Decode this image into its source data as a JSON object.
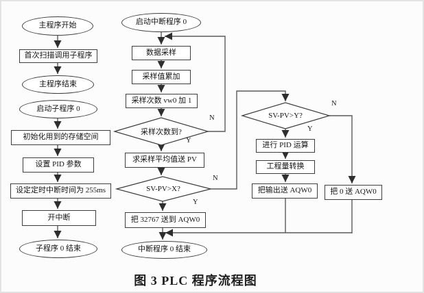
{
  "figure": {
    "caption": "图 3  PLC 程序流程图"
  },
  "branch_labels": {
    "yes": "Y",
    "no": "N"
  },
  "colors": {
    "background": "#fcfcfc",
    "shape_fill": "#ffffff",
    "shape_border": "#3d3d3d",
    "line": "#5a5a5a",
    "text": "#141414"
  },
  "main_program": {
    "start": "主程序开始",
    "first_scan": "首次扫描调用子程序",
    "end": "主程序结束",
    "start_sub0": "启动子程序 0",
    "init_memory": "初始化用到的存储空间",
    "set_pid": "设置 PID 参数",
    "set_timer": "设定定时中断时间为 255ms",
    "open_interrupt": "开中断",
    "sub0_end": "子程序 0 结束"
  },
  "interrupt_program": {
    "start": "启动中断程序 0",
    "sample": "数据采样",
    "accumulate": "采样值累加",
    "count_inc": "采样次数 vw0 加 1",
    "count_reached": "采样次数到?",
    "average_to_pv": "求采样平均值送 PV",
    "sv_pv_x": "SV-PV>X?",
    "send_32767": "把 32767 送到 AQW0",
    "end": "中断程序 0 结束"
  },
  "pid_branch": {
    "sv_pv_y": "SV-PV>Y?",
    "pid_calc": "进行 PID 运算",
    "eng_convert": "工程量转换",
    "send_output": "把输出送 AQW0",
    "send_zero": "把 0 送 AQW0"
  }
}
